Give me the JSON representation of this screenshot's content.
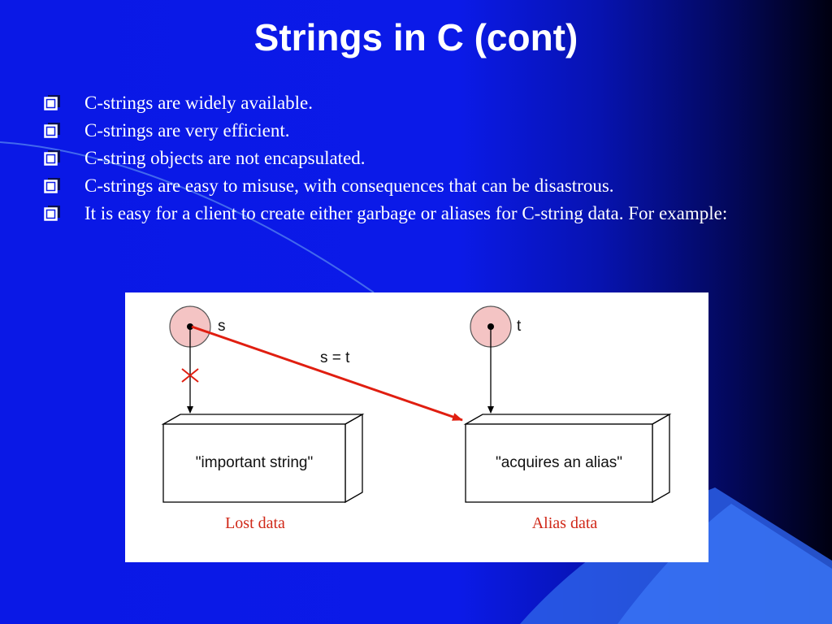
{
  "slide": {
    "title": "Strings in C (cont)",
    "bullets": [
      "C-strings are widely available.",
      "C-strings are very efficient.",
      "C-string objects are not encapsulated.",
      "C-strings are easy to misuse, with consequences that can be disastrous.",
      "It is easy for a client to create either garbage or aliases for C-string data. For example:"
    ],
    "bullet_icon": "checkbox-square-icon"
  },
  "diagram": {
    "pointer_s_label": "s",
    "pointer_t_label": "t",
    "assignment_label": "s = t",
    "box_left_text": "\"important string\"",
    "box_right_text": "\"acquires an alias\"",
    "caption_left": "Lost data",
    "caption_right": "Alias data",
    "colors": {
      "pointer_fill": "#f4c4c4",
      "assignment_arrow": "#e01e10",
      "caption": "#d02818"
    }
  }
}
